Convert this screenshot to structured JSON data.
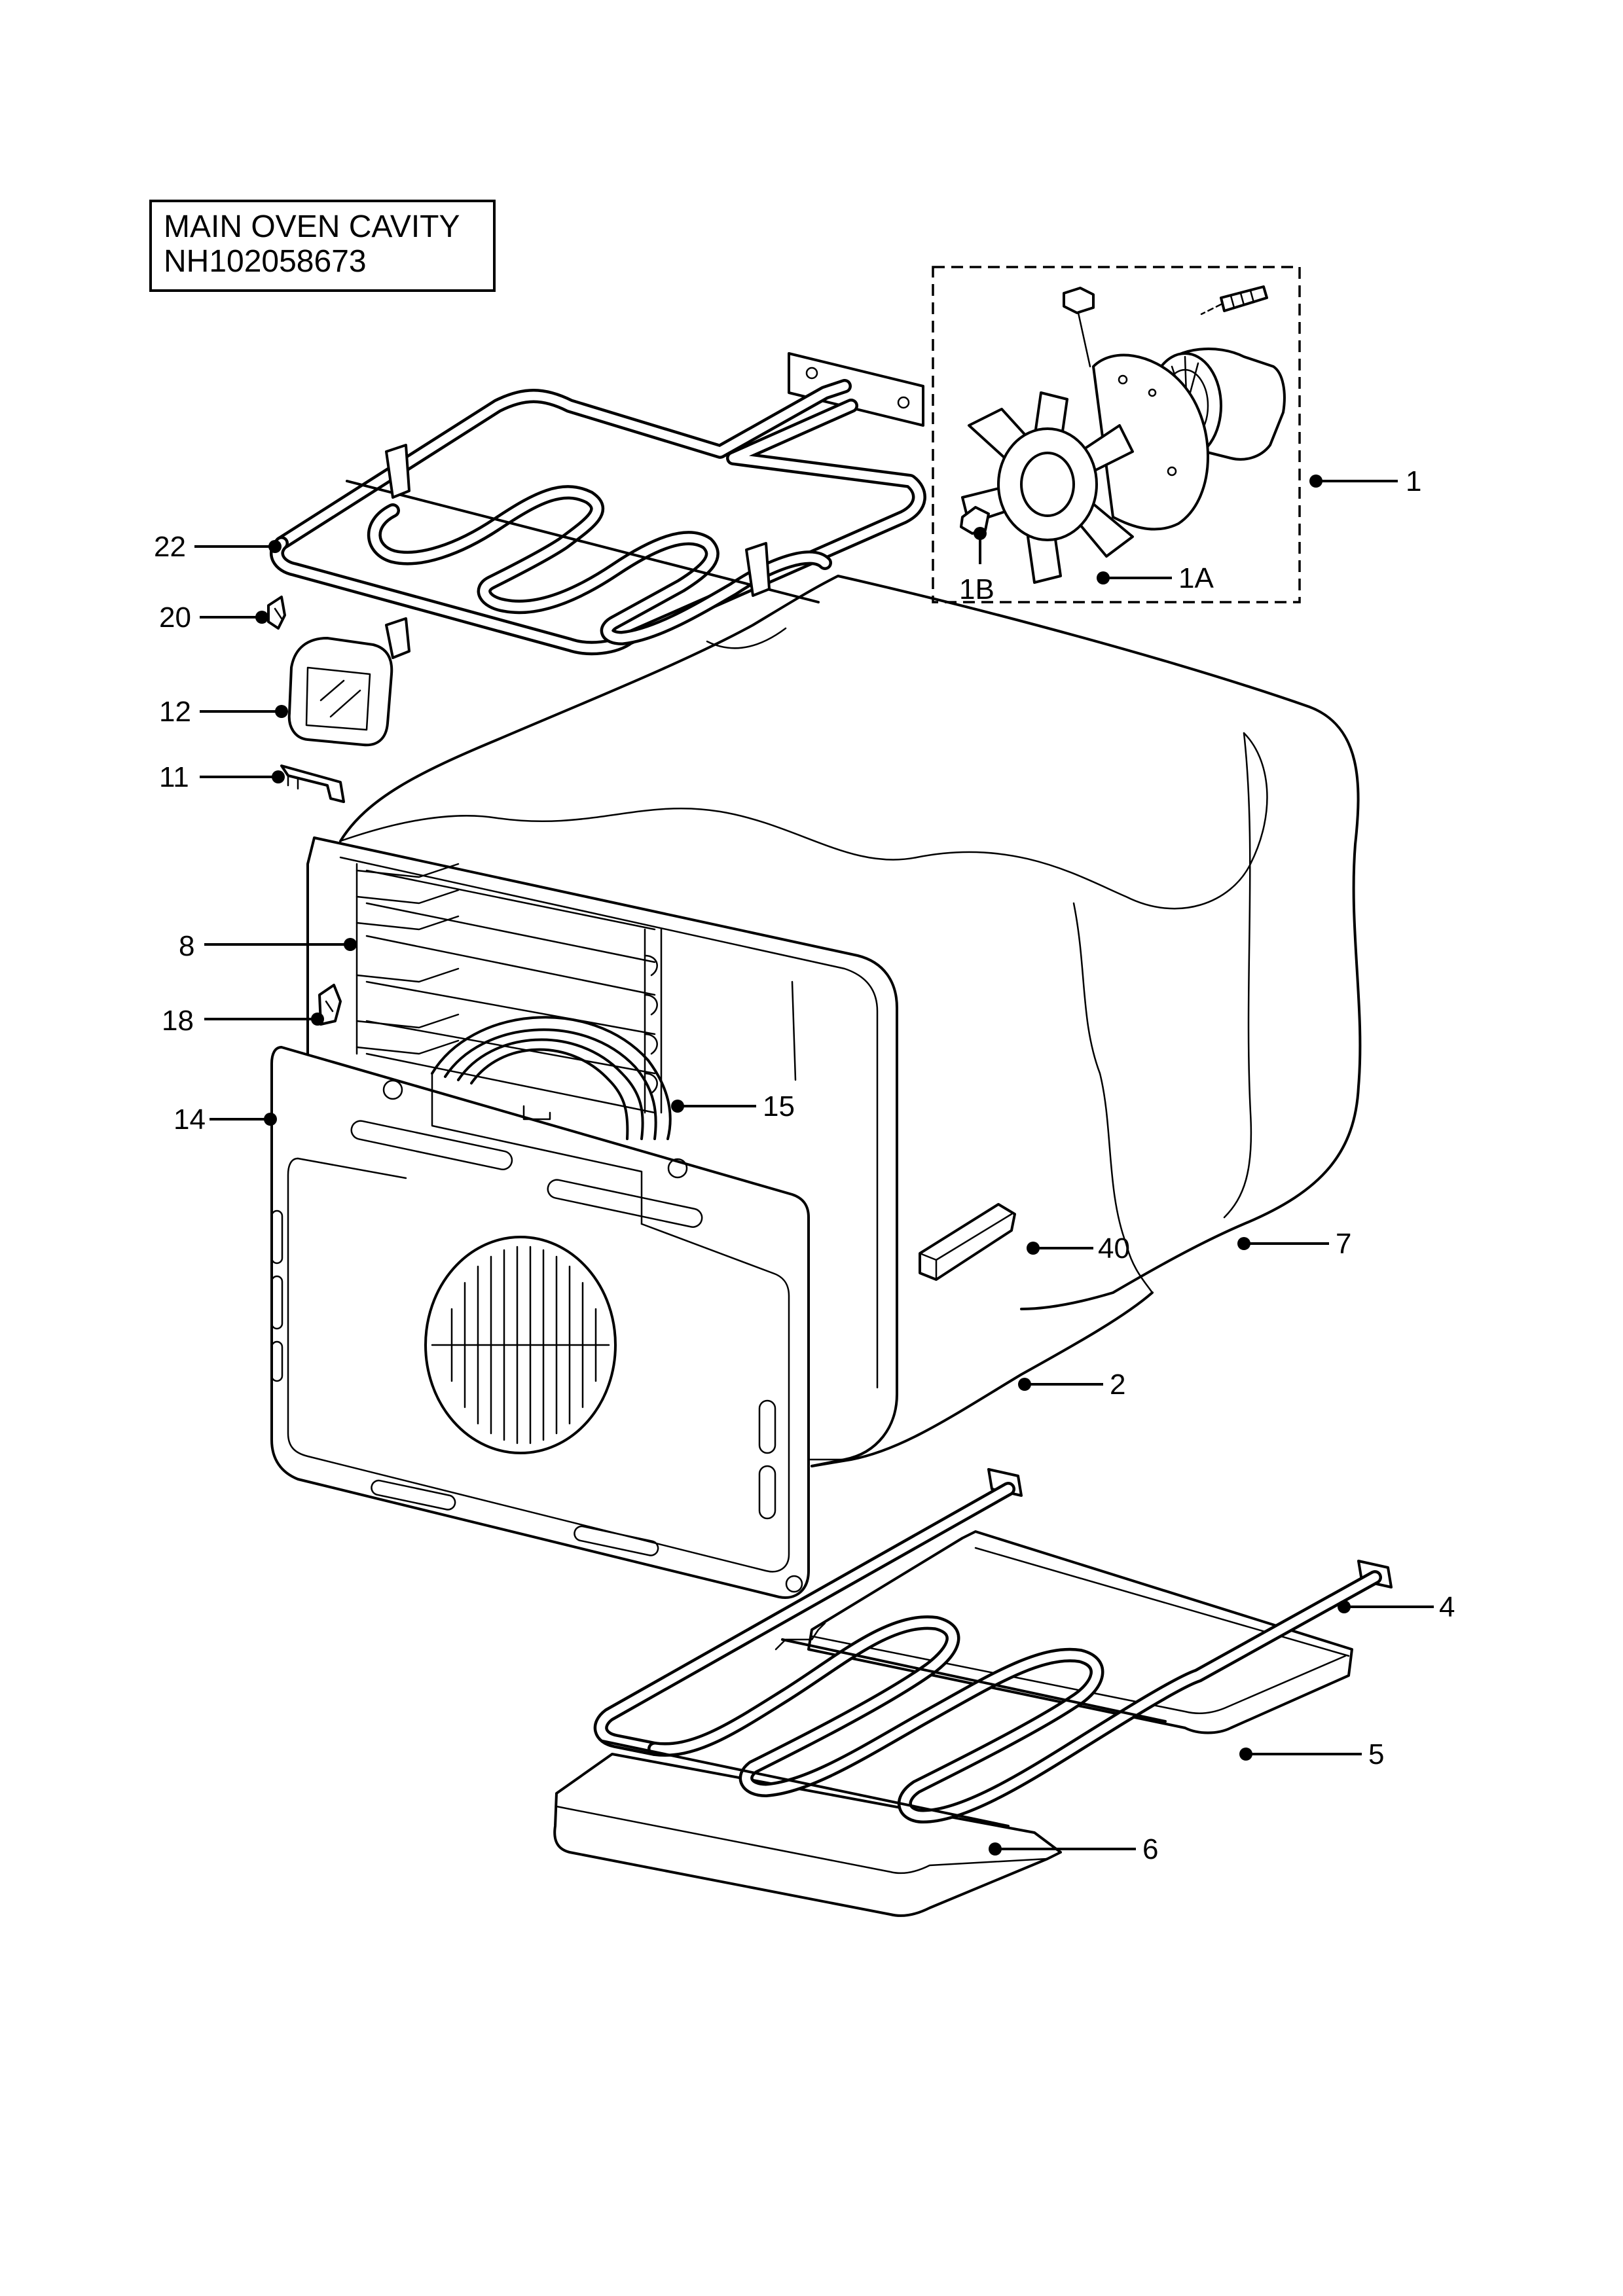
{
  "title_box": {
    "line1": "MAIN OVEN CAVITY",
    "line2": "NH102058673"
  },
  "callouts": {
    "c1": "1",
    "c1a": "1A",
    "c1b": "1B",
    "c2": "2",
    "c4": "4",
    "c5": "5",
    "c6": "6",
    "c7": "7",
    "c8": "8",
    "c11": "11",
    "c12": "12",
    "c14": "14",
    "c15": "15",
    "c18": "18",
    "c20": "20",
    "c22": "22",
    "c40": "40"
  }
}
